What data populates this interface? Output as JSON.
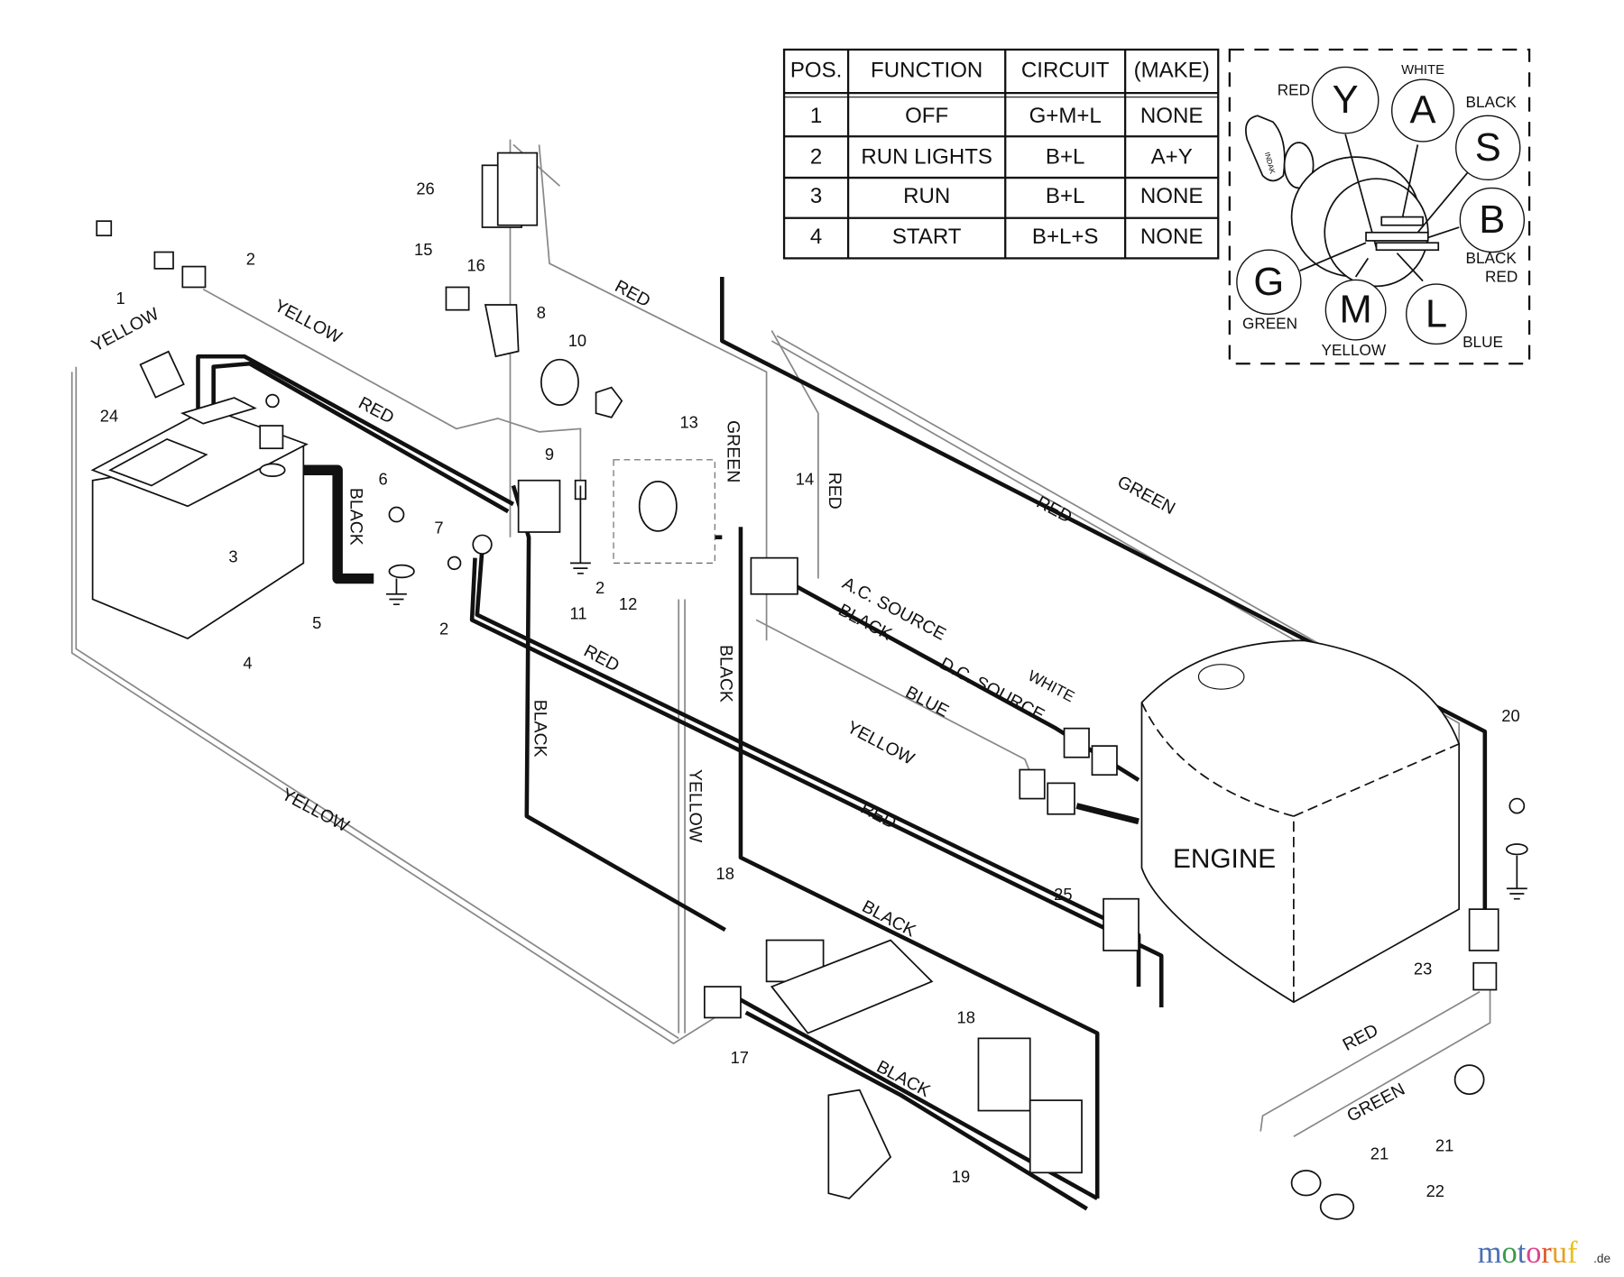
{
  "table": {
    "headers": [
      "POS.",
      "FUNCTION",
      "CIRCUIT",
      "(MAKE)"
    ],
    "rows": [
      [
        "1",
        "OFF",
        "G+M+L",
        "NONE"
      ],
      [
        "2",
        "RUN LIGHTS",
        "B+L",
        "A+Y"
      ],
      [
        "3",
        "RUN",
        "B+L",
        "NONE"
      ],
      [
        "4",
        "START",
        "B+L+S",
        "NONE"
      ]
    ]
  },
  "switch_inset": {
    "terminals": [
      {
        "letter": "Y",
        "color": "RED"
      },
      {
        "letter": "A",
        "color": "WHITE"
      },
      {
        "letter": "S",
        "color": "BLACK"
      },
      {
        "letter": "B",
        "color": "BLACK",
        "color2": "RED"
      },
      {
        "letter": "G",
        "color": "GREEN"
      },
      {
        "letter": "M",
        "color": "YELLOW"
      },
      {
        "letter": "L",
        "color": "BLUE"
      }
    ],
    "key_brand": "INDAK"
  },
  "wire_labels": [
    "YELLOW",
    "YELLOW",
    "RED",
    "BLACK",
    "RED",
    "GREEN",
    "RED",
    "GREEN",
    "RED",
    "A.C. SOURCE",
    "BLACK",
    "D.C. SOURCE",
    "WHITE",
    "BLUE",
    "YELLOW",
    "RED",
    "BLACK",
    "BLACK",
    "YELLOW",
    "YELLOW",
    "RED",
    "BLACK",
    "BLACK",
    "RED",
    "GREEN"
  ],
  "engine_label": "ENGINE",
  "part_numbers": [
    "1",
    "2",
    "24",
    "3",
    "4",
    "5",
    "6",
    "7",
    "2",
    "9",
    "8",
    "10",
    "13",
    "11",
    "2",
    "12",
    "26",
    "15",
    "16",
    "14",
    "20",
    "25",
    "18",
    "17",
    "18",
    "19",
    "23",
    "21",
    "21",
    "22"
  ],
  "watermark": {
    "text": "motoruf",
    "suffix": ".de"
  }
}
